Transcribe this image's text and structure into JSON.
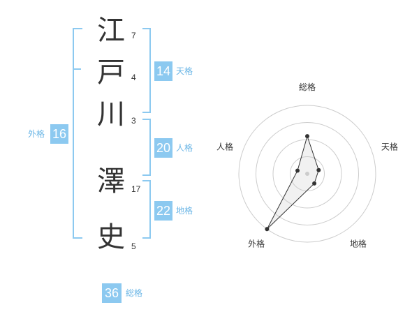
{
  "name_chars": [
    {
      "char": "江",
      "strokes": "7"
    },
    {
      "char": "戸",
      "strokes": "4"
    },
    {
      "char": "川",
      "strokes": "3"
    },
    {
      "char": "澤",
      "strokes": "17"
    },
    {
      "char": "史",
      "strokes": "5"
    }
  ],
  "scores": {
    "tenkaku": {
      "value": "14",
      "label": "天格"
    },
    "jinkaku": {
      "value": "20",
      "label": "人格"
    },
    "chikaku": {
      "value": "22",
      "label": "地格"
    },
    "gaikaku": {
      "value": "16",
      "label": "外格"
    },
    "soukaku": {
      "value": "36",
      "label": "総格"
    }
  },
  "colors": {
    "accent": "#8cc9f0",
    "accent_text": "#6bb6e6",
    "text": "#333333",
    "grid": "#cccccc"
  },
  "chart_data": {
    "type": "radar",
    "axes": [
      "総格",
      "天格",
      "地格",
      "外格",
      "人格"
    ],
    "rings": 4,
    "values": [
      2.2,
      0.7,
      0.7,
      4.0,
      0.6
    ]
  }
}
